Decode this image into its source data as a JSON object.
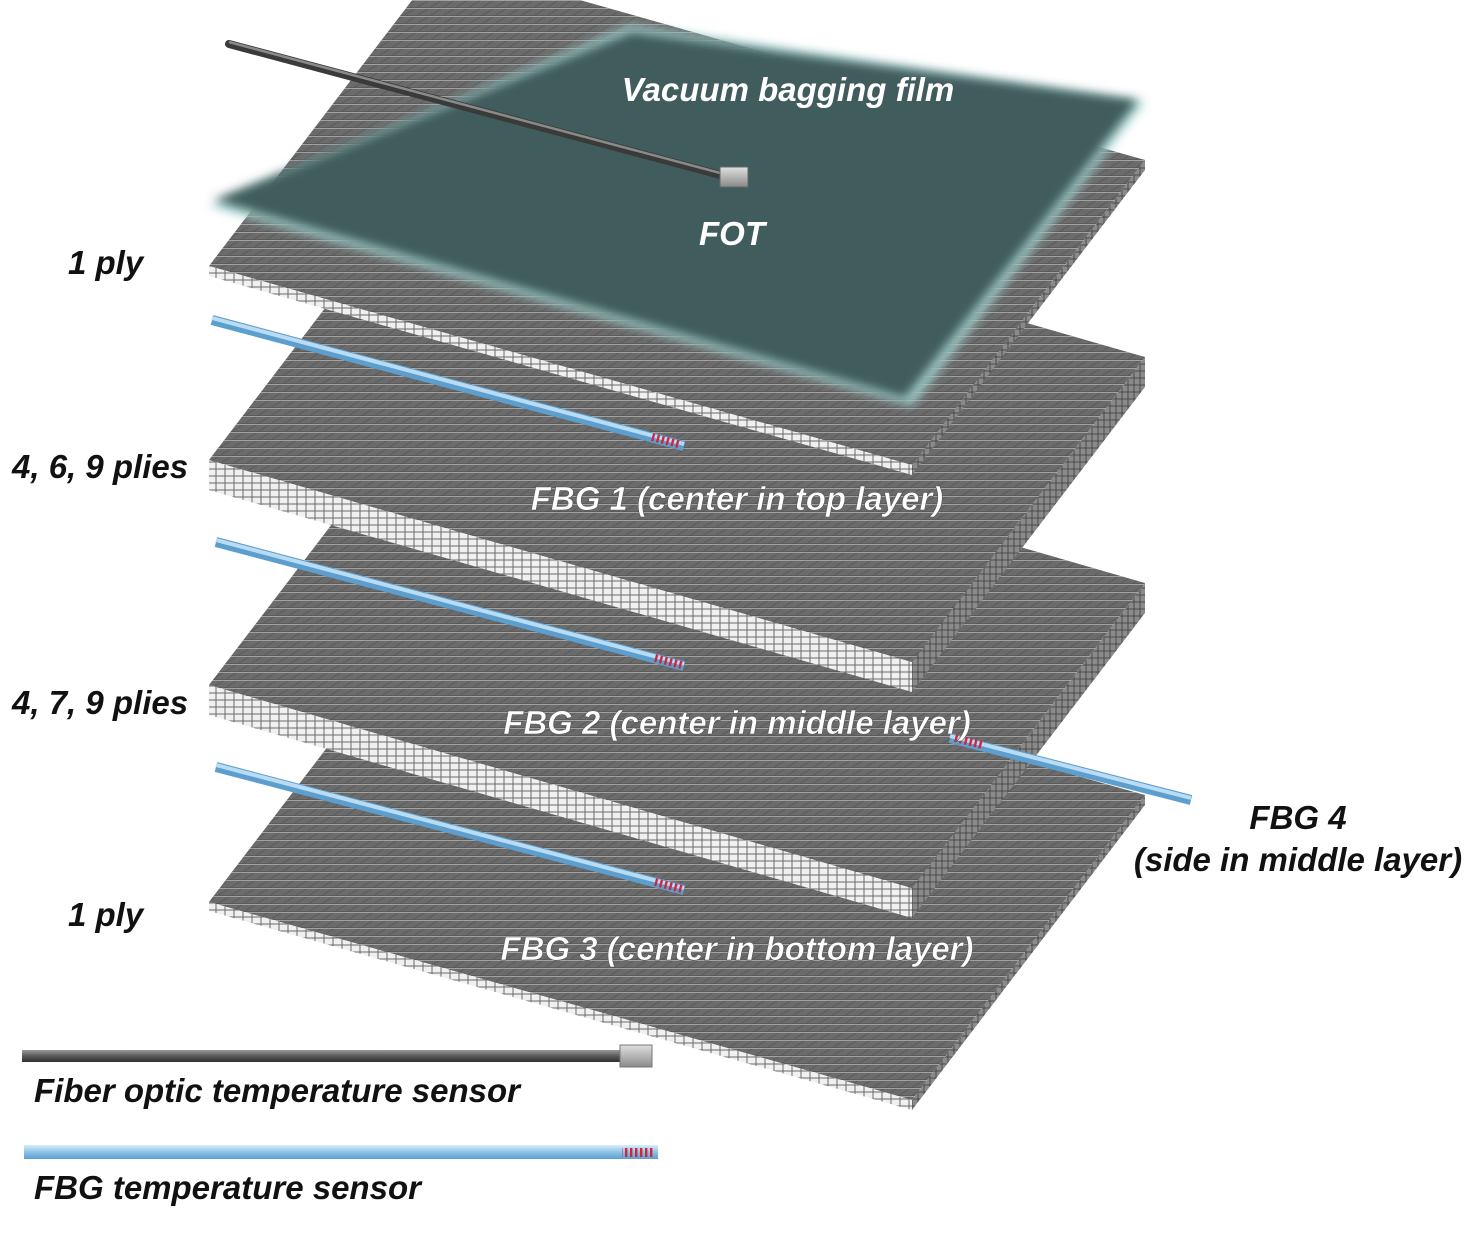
{
  "labels": {
    "vacuum_film": "Vacuum bagging film",
    "fot": "FOT",
    "layer1": "1 ply",
    "layer2": "4, 6, 9 plies",
    "layer3": "4, 7, 9 plies",
    "layer4": "1 ply",
    "fbg1": "FBG 1 (center in top layer)",
    "fbg2": "FBG 2 (center in middle layer)",
    "fbg3": "FBG 3 (center in bottom layer)",
    "fbg4_line1": "FBG 4",
    "fbg4_line2": "(side in middle layer)"
  },
  "legend": {
    "fot_sensor": "Fiber optic temperature sensor",
    "fbg_sensor": "FBG temperature sensor"
  },
  "colors": {
    "film": "#3e5a5a",
    "film_edge": "#a9d8d6",
    "ply_dark": "#4d4d4d",
    "ply_light": "#e9e9e9",
    "fbg_fiber": "#9ccbe8",
    "fbg_grating": "#d0253a",
    "fot_cable": "#5a5a5a"
  }
}
